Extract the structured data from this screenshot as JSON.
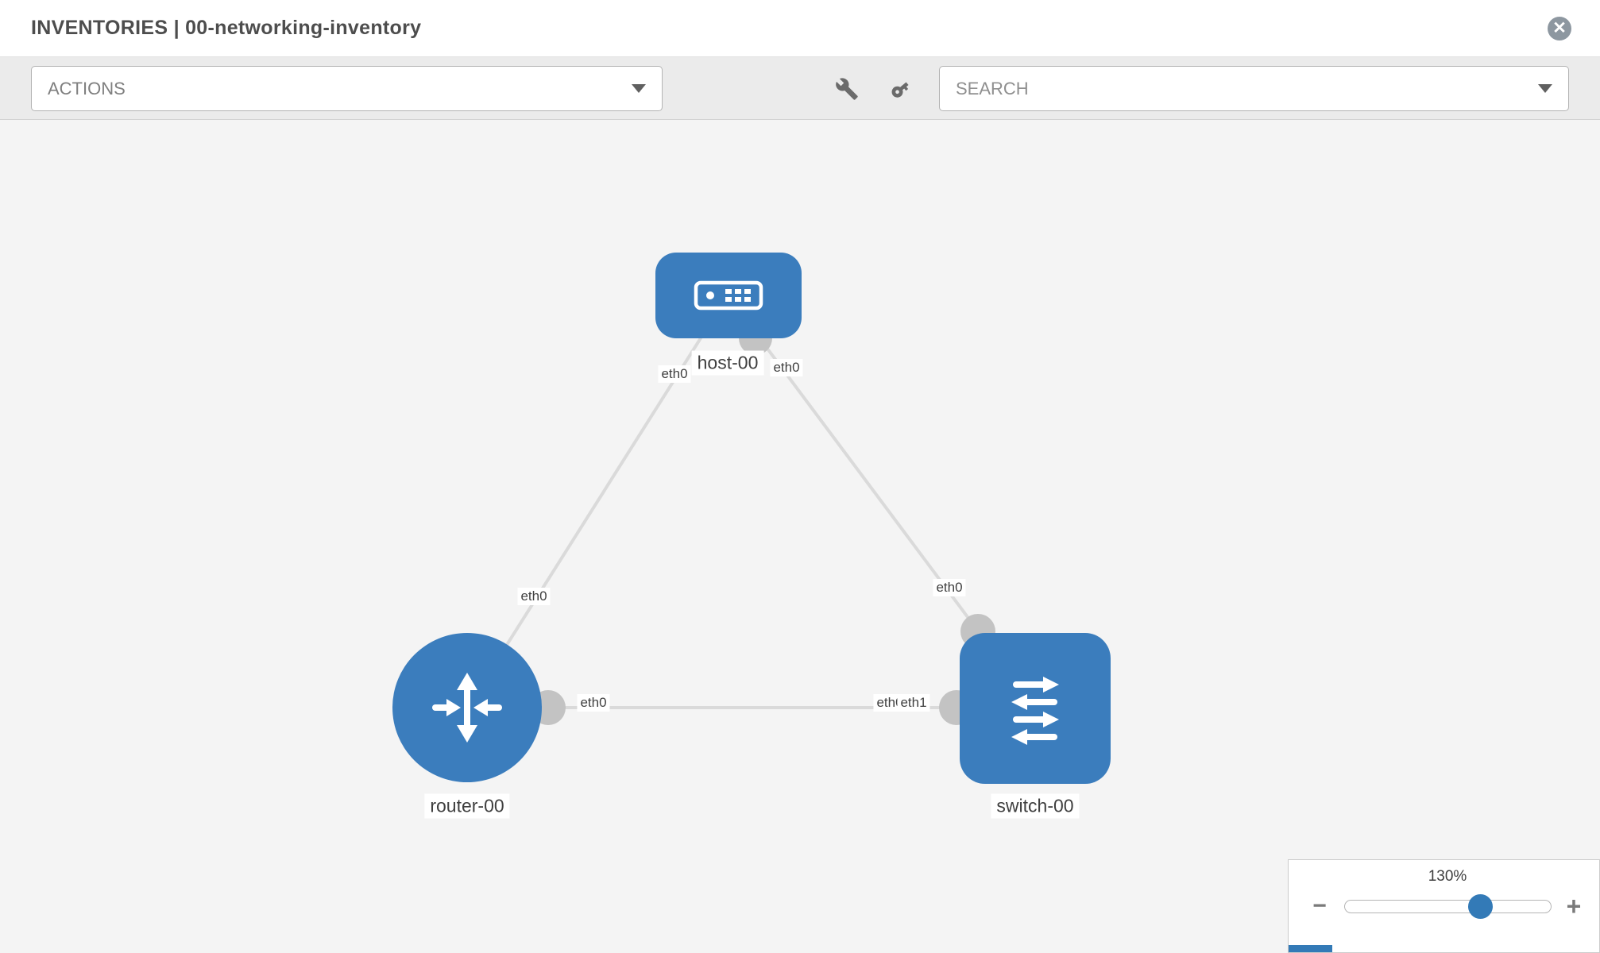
{
  "header": {
    "title": "INVENTORIES | 00-networking-inventory",
    "close_glyph": "✕"
  },
  "toolbar": {
    "actions_label": "ACTIONS",
    "search_placeholder": "SEARCH"
  },
  "icons": {
    "close": "close-icon",
    "actions_chevron": "chevron-down-icon",
    "search_chevron": "chevron-down-icon",
    "wrench": "wrench-icon",
    "key": "key-icon"
  },
  "topology": {
    "nodes": [
      {
        "id": "host-00",
        "type": "host",
        "label": "host-00"
      },
      {
        "id": "router-00",
        "type": "router",
        "label": "router-00"
      },
      {
        "id": "switch-00",
        "type": "switch",
        "label": "switch-00"
      }
    ],
    "links": [
      {
        "from": "host-00",
        "to": "router-00",
        "from_interface": "eth0",
        "to_interface": "eth0"
      },
      {
        "from": "host-00",
        "to": "switch-00",
        "from_interface": "eth0",
        "to_interface": "eth0"
      },
      {
        "from": "router-00",
        "to": "switch-00",
        "from_interface": "eth0",
        "to_interface": "eth1"
      }
    ],
    "port_labels": [
      {
        "text": "eth0"
      },
      {
        "text": "eth0"
      },
      {
        "text": "eth0"
      },
      {
        "text": "eth0"
      },
      {
        "text": "eth0"
      },
      {
        "text": "eth0"
      },
      {
        "text": "eth1"
      }
    ]
  },
  "zoom": {
    "level": "130%",
    "minus_label": "−",
    "plus_label": "+"
  },
  "colors": {
    "node_blue": "#3b7dbd",
    "accent_blue": "#337ab7",
    "link_gray": "#dadada",
    "port_gray": "#c3c3c3",
    "canvas_bg": "#f4f4f4",
    "toolbar_bg": "#ebebeb"
  }
}
